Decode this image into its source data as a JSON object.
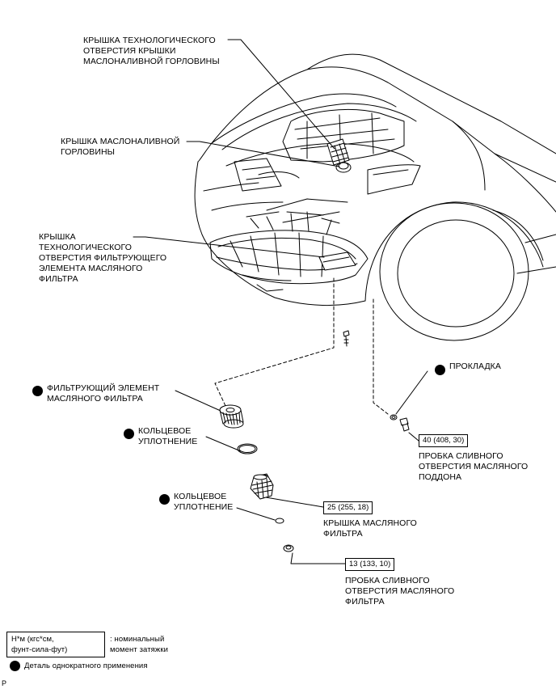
{
  "labels": {
    "oil_filler_cap_service_hole_cover": [
      "КРЫШКА ТЕХНОЛОГИЧЕСКОГО",
      "ОТВЕРСТИЯ КРЫШКИ",
      "МАСЛОНАЛИВНОЙ ГОРЛОВИНЫ"
    ],
    "oil_filler_cap": [
      "КРЫШКА МАСЛОНАЛИВНОЙ",
      "ГОРЛОВИНЫ"
    ],
    "oil_filter_element_service_hole_cover": [
      "КРЫШКА",
      "ТЕХНОЛОГИЧЕСКОГО",
      "ОТВЕРСТИЯ ФИЛЬТРУЮЩЕГО",
      "ЭЛЕМЕНТА МАСЛЯНОГО",
      "ФИЛЬТРА"
    ],
    "gasket": [
      "ПРОКЛАДКА"
    ],
    "oil_filter_element": [
      "ФИЛЬТРУЮЩИЙ ЭЛЕМЕНТ",
      "МАСЛЯНОГО ФИЛЬТРА"
    ],
    "o_ring_1": [
      "КОЛЬЦЕВОЕ",
      "УПЛОТНЕНИЕ"
    ],
    "o_ring_2": [
      "КОЛЬЦЕВОЕ",
      "УПЛОТНЕНИЕ"
    ],
    "oil_pan_drain_plug": [
      "ПРОБКА СЛИВНОГО",
      "ОТВЕРСТИЯ МАСЛЯНОГО",
      "ПОДДОНА"
    ],
    "oil_filter_cap": [
      "КРЫШКА МАСЛЯНОГО",
      "ФИЛЬТРА"
    ],
    "oil_filter_drain_plug": [
      "ПРОБКА СЛИВНОГО",
      "ОТВЕРСТИЯ МАСЛЯНОГО",
      "ФИЛЬТРА"
    ]
  },
  "torques": {
    "oil_pan_drain_plug": "40 (408, 30)",
    "oil_filter_cap": "25 (255, 18)",
    "oil_filter_drain_plug": "13 (133, 10)"
  },
  "legend": {
    "unit_box": [
      "Н*м (кгс*см,",
      "фунт-сила-фут)"
    ],
    "unit_desc": [
      ": номинальный",
      "момент затяжки"
    ],
    "non_reusable": "Деталь однократного применения"
  },
  "corner_mark": "P"
}
